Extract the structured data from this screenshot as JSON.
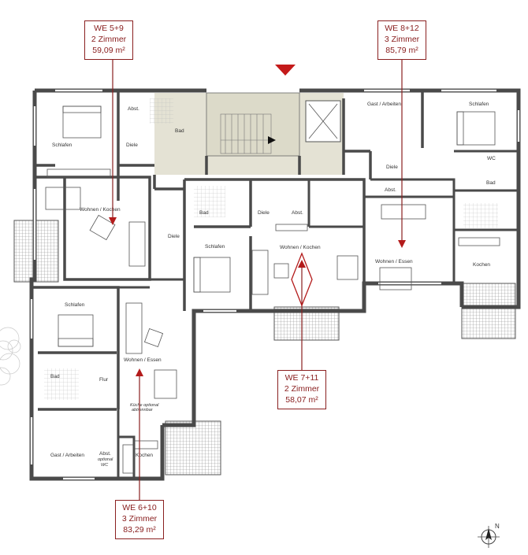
{
  "units": [
    {
      "id": "we5",
      "name": "WE 5+9",
      "rooms": "2 Zimmer",
      "area": "59,09 m²"
    },
    {
      "id": "we8",
      "name": "WE 8+12",
      "rooms": "3 Zimmer",
      "area": "85,79 m²"
    },
    {
      "id": "we7",
      "name": "WE 7+11",
      "rooms": "2 Zimmer",
      "area": "58,07 m²"
    },
    {
      "id": "we6",
      "name": "WE 6+10",
      "rooms": "3 Zimmer",
      "area": "83,29 m²"
    }
  ],
  "rooms": {
    "schlafen": "Schlafen",
    "abst": "Abst.",
    "bad": "Bad",
    "diele": "Diele",
    "wohnen_kochen": "Wohnen / Kochen",
    "gast_arbeiten": "Gast / Arbeiten",
    "wc": "WC",
    "wohnen_essen": "Wohnen / Essen",
    "kochen": "Kochen",
    "flur": "Flur",
    "kueche_optional_1": "Küche optional",
    "kueche_optional_2": "abtrennbar",
    "abst_optional_1": "optional",
    "abst_optional_2": "WC"
  },
  "compass": {
    "label": "N"
  },
  "colors": {
    "wall": "#4a4a4a",
    "accent": "#b31b1b",
    "stair": "#e4e2d4",
    "terrace": "#9a9a9a"
  }
}
